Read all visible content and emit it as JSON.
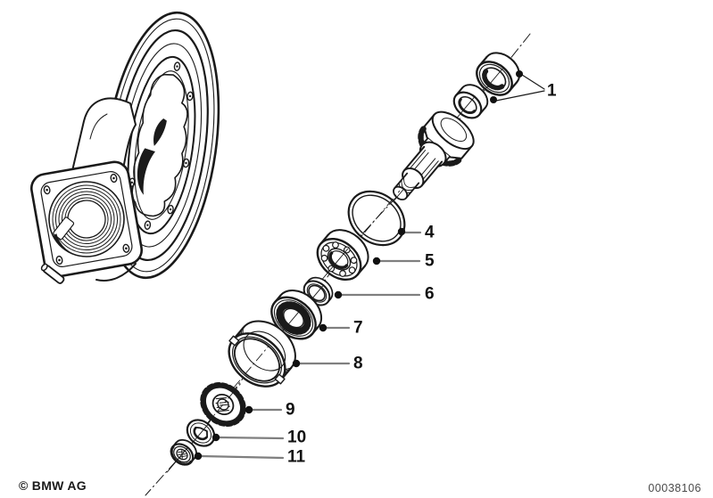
{
  "diagram": {
    "callouts": [
      {
        "label": "1"
      },
      {
        "label": "4"
      },
      {
        "label": "5"
      },
      {
        "label": "6"
      },
      {
        "label": "7"
      },
      {
        "label": "8"
      },
      {
        "label": "9"
      },
      {
        "label": "10"
      },
      {
        "label": "11"
      }
    ],
    "footer": {
      "copyright": "© BMW AG",
      "document_number": "00038106"
    },
    "colors": {
      "ink": "#1a1a1a",
      "leader_gray": "#7f7f7f"
    }
  }
}
